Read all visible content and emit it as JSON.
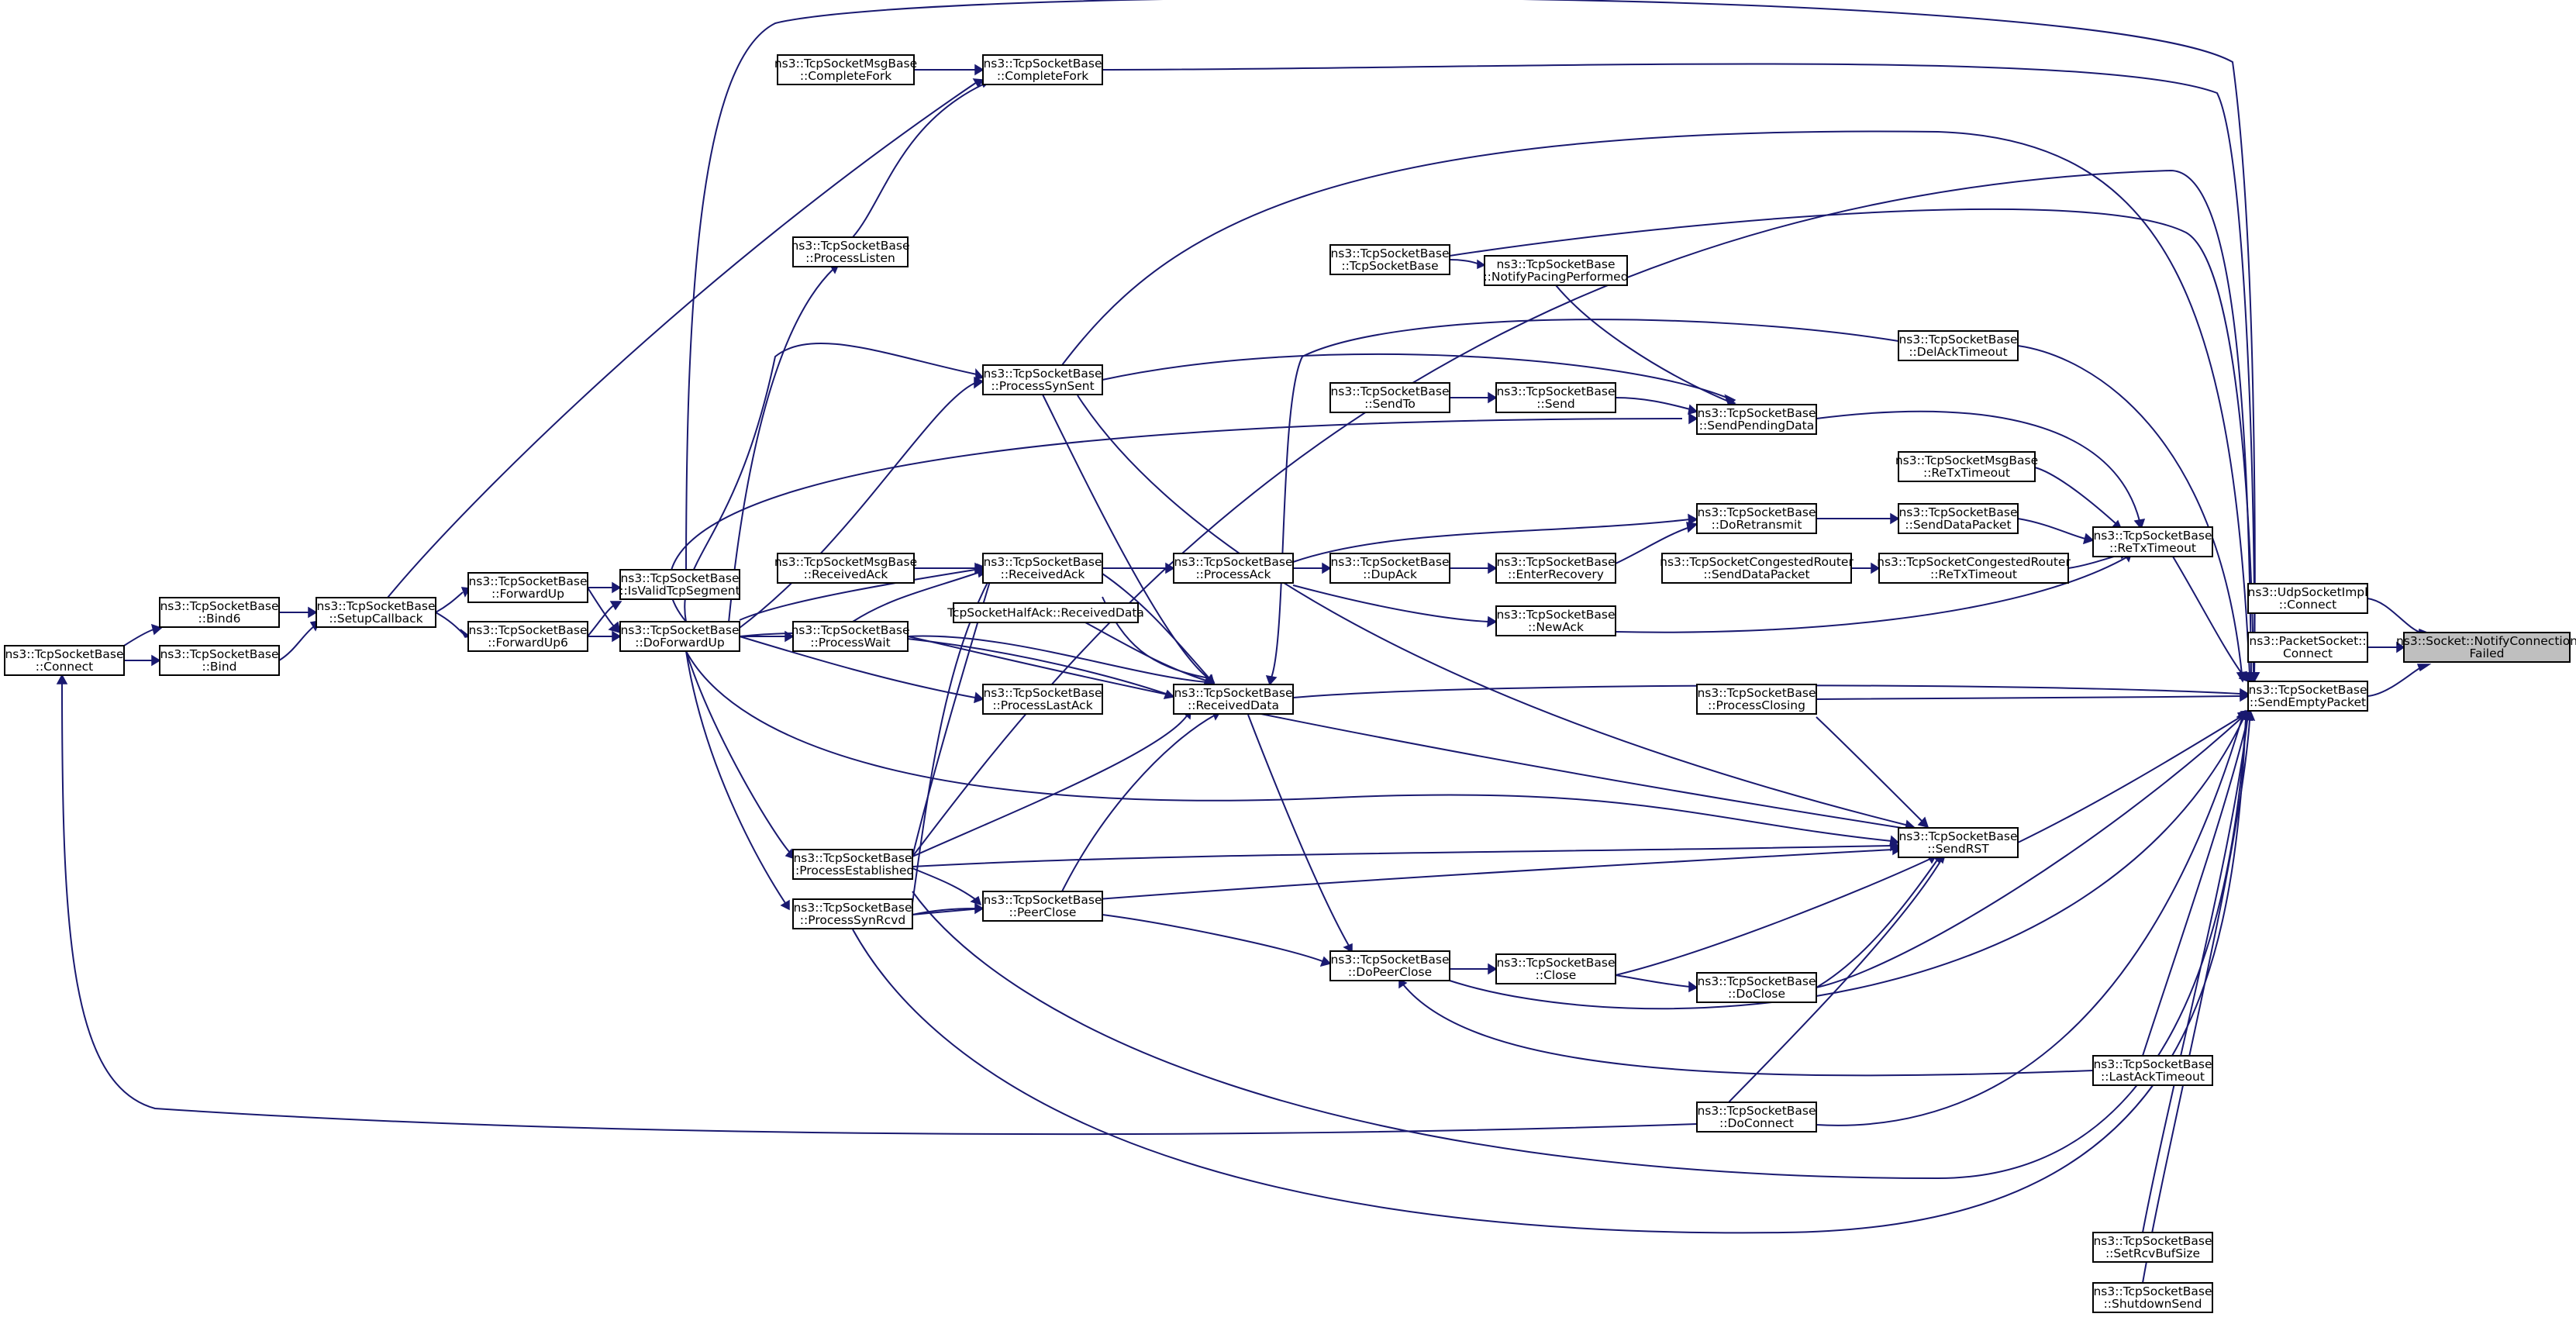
{
  "graph": {
    "edge_color": "#191970",
    "root_fill": "#bfbfbf",
    "nodes": [
      {
        "id": "notify",
        "lines": [
          "ns3::Socket::NotifyConnection",
          "Failed"
        ],
        "root": true
      },
      {
        "id": "udpconnect",
        "lines": [
          "ns3::UdpSocketImpl",
          "::Connect"
        ]
      },
      {
        "id": "pktconnect",
        "lines": [
          "ns3::PacketSocket::",
          "Connect"
        ]
      },
      {
        "id": "sendempty",
        "lines": [
          "ns3::TcpSocketBase",
          "::SendEmptyPacket"
        ]
      },
      {
        "id": "completefork",
        "lines": [
          "ns3::TcpSocketBase",
          "::CompleteFork"
        ]
      },
      {
        "id": "msgcompletefork",
        "lines": [
          "ns3::TcpSocketMsgBase",
          "::CompleteFork"
        ]
      },
      {
        "id": "processlisten",
        "lines": [
          "ns3::TcpSocketBase",
          "::ProcessListen"
        ]
      },
      {
        "id": "tcpctor",
        "lines": [
          "ns3::TcpSocketBase",
          "::TcpSocketBase"
        ]
      },
      {
        "id": "notifypacing",
        "lines": [
          "ns3::TcpSocketBase",
          "::NotifyPacingPerformed"
        ]
      },
      {
        "id": "delack",
        "lines": [
          "ns3::TcpSocketBase",
          "::DelAckTimeout"
        ]
      },
      {
        "id": "processsynsent",
        "lines": [
          "ns3::TcpSocketBase",
          "::ProcessSynSent"
        ]
      },
      {
        "id": "sendto",
        "lines": [
          "ns3::TcpSocketBase",
          "::SendTo"
        ]
      },
      {
        "id": "send",
        "lines": [
          "ns3::TcpSocketBase",
          "::Send"
        ]
      },
      {
        "id": "sendpending",
        "lines": [
          "ns3::TcpSocketBase",
          "::SendPendingData"
        ]
      },
      {
        "id": "msgretx",
        "lines": [
          "ns3::TcpSocketMsgBase",
          "::ReTxTimeout"
        ]
      },
      {
        "id": "doretransmit",
        "lines": [
          "ns3::TcpSocketBase",
          "::DoRetransmit"
        ]
      },
      {
        "id": "senddatapacket",
        "lines": [
          "ns3::TcpSocketBase",
          "::SendDataPacket"
        ]
      },
      {
        "id": "retx",
        "lines": [
          "ns3::TcpSocketBase",
          "::ReTxTimeout"
        ]
      },
      {
        "id": "msgrcvack",
        "lines": [
          "ns3::TcpSocketMsgBase",
          "::ReceivedAck"
        ]
      },
      {
        "id": "rcvack",
        "lines": [
          "ns3::TcpSocketBase",
          "::ReceivedAck"
        ]
      },
      {
        "id": "processack",
        "lines": [
          "ns3::TcpSocketBase",
          "::ProcessAck"
        ]
      },
      {
        "id": "dupack",
        "lines": [
          "ns3::TcpSocketBase",
          "::DupAck"
        ]
      },
      {
        "id": "enterrecovery",
        "lines": [
          "ns3::TcpSocketBase",
          "::EnterRecovery"
        ]
      },
      {
        "id": "cgsenddata",
        "lines": [
          "ns3::TcpSocketCongestedRouter",
          "::SendDataPacket"
        ]
      },
      {
        "id": "cgretx",
        "lines": [
          "ns3::TcpSocketCongestedRouter",
          "::ReTxTimeout"
        ]
      },
      {
        "id": "halfack",
        "lines": [
          "TcpSocketHalfAck::ReceivedData"
        ]
      },
      {
        "id": "newack",
        "lines": [
          "ns3::TcpSocketBase",
          "::NewAck"
        ]
      },
      {
        "id": "bind6",
        "lines": [
          "ns3::TcpSocketBase",
          "::Bind6"
        ]
      },
      {
        "id": "setupcb",
        "lines": [
          "ns3::TcpSocketBase",
          "::SetupCallback"
        ]
      },
      {
        "id": "forwardup",
        "lines": [
          "ns3::TcpSocketBase",
          "::ForwardUp"
        ]
      },
      {
        "id": "isvalid",
        "lines": [
          "ns3::TcpSocketBase",
          "::IsValidTcpSegment"
        ]
      },
      {
        "id": "forwardup6",
        "lines": [
          "ns3::TcpSocketBase",
          "::ForwardUp6"
        ]
      },
      {
        "id": "doforwardup",
        "lines": [
          "ns3::TcpSocketBase",
          "::DoForwardUp"
        ]
      },
      {
        "id": "processwait",
        "lines": [
          "ns3::TcpSocketBase",
          "::ProcessWait"
        ]
      },
      {
        "id": "connect",
        "lines": [
          "ns3::TcpSocketBase",
          "::Connect"
        ]
      },
      {
        "id": "bind",
        "lines": [
          "ns3::TcpSocketBase",
          "::Bind"
        ]
      },
      {
        "id": "processlastack",
        "lines": [
          "ns3::TcpSocketBase",
          "::ProcessLastAck"
        ]
      },
      {
        "id": "rcvdata",
        "lines": [
          "ns3::TcpSocketBase",
          "::ReceivedData"
        ]
      },
      {
        "id": "processclosing",
        "lines": [
          "ns3::TcpSocketBase",
          "::ProcessClosing"
        ]
      },
      {
        "id": "sendrst",
        "lines": [
          "ns3::TcpSocketBase",
          "::SendRST"
        ]
      },
      {
        "id": "processestab",
        "lines": [
          "ns3::TcpSocketBase",
          "::ProcessEstablished"
        ]
      },
      {
        "id": "processsynrcvd",
        "lines": [
          "ns3::TcpSocketBase",
          "::ProcessSynRcvd"
        ]
      },
      {
        "id": "peerclose",
        "lines": [
          "ns3::TcpSocketBase",
          "::PeerClose"
        ]
      },
      {
        "id": "dopeerclose",
        "lines": [
          "ns3::TcpSocketBase",
          "::DoPeerClose"
        ]
      },
      {
        "id": "close",
        "lines": [
          "ns3::TcpSocketBase",
          "::Close"
        ]
      },
      {
        "id": "doclose",
        "lines": [
          "ns3::TcpSocketBase",
          "::DoClose"
        ]
      },
      {
        "id": "lastacktimeout",
        "lines": [
          "ns3::TcpSocketBase",
          "::LastAckTimeout"
        ]
      },
      {
        "id": "doconnect",
        "lines": [
          "ns3::TcpSocketBase",
          "::DoConnect"
        ]
      },
      {
        "id": "setrcvbuf",
        "lines": [
          "ns3::TcpSocketBase",
          "::SetRcvBufSize"
        ]
      },
      {
        "id": "shutdownsend",
        "lines": [
          "ns3::TcpSocketBase",
          "::ShutdownSend"
        ]
      }
    ]
  }
}
